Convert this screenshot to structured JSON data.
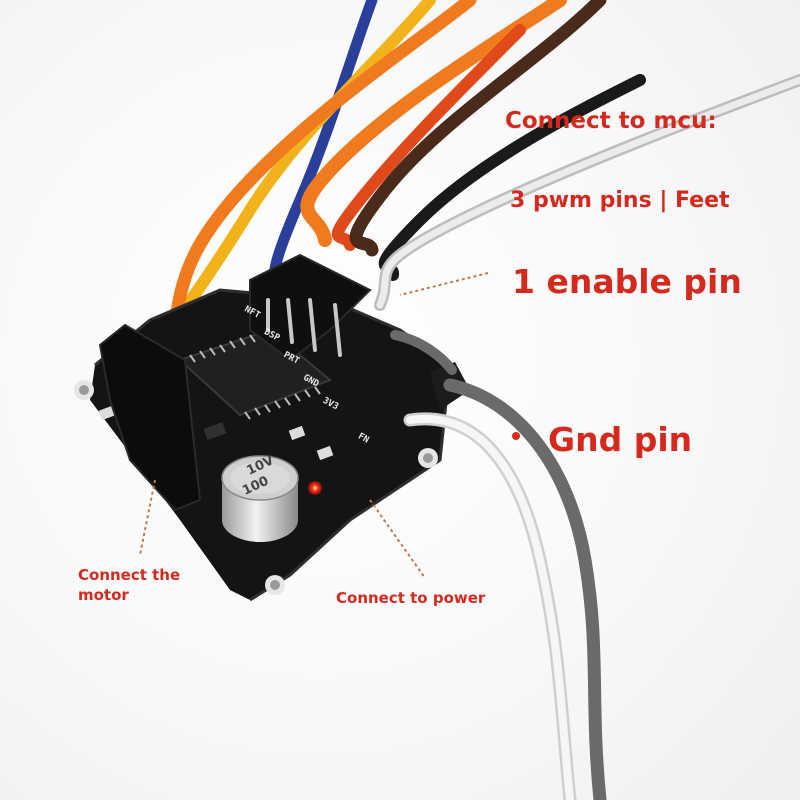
{
  "annotations": {
    "connect_mcu": "Connect to mcu:",
    "pwm_pins": "3 pwm pins | Feet",
    "enable_pin": "1 enable pin",
    "gnd_pin": "Gnd pin",
    "connect_motor": "Connect the motor",
    "connect_power": "Connect to power"
  },
  "silkscreen": {
    "pins": [
      "NFT",
      "DSP",
      "PRT",
      "GND",
      "3V3"
    ],
    "fn_label": "FN",
    "capacitor_values": [
      "10V",
      "100"
    ]
  },
  "colors": {
    "annotation_red": "#d42a1e",
    "pcb_black": "#141414",
    "wire_orange": "#f07a1e",
    "wire_yellow": "#f2b21a",
    "wire_blue": "#2a3f9a",
    "wire_brown": "#4a2a1a",
    "wire_white": "#f5f5f5",
    "wire_gray": "#6a6a6a",
    "led_red": "#ff2a1a"
  }
}
